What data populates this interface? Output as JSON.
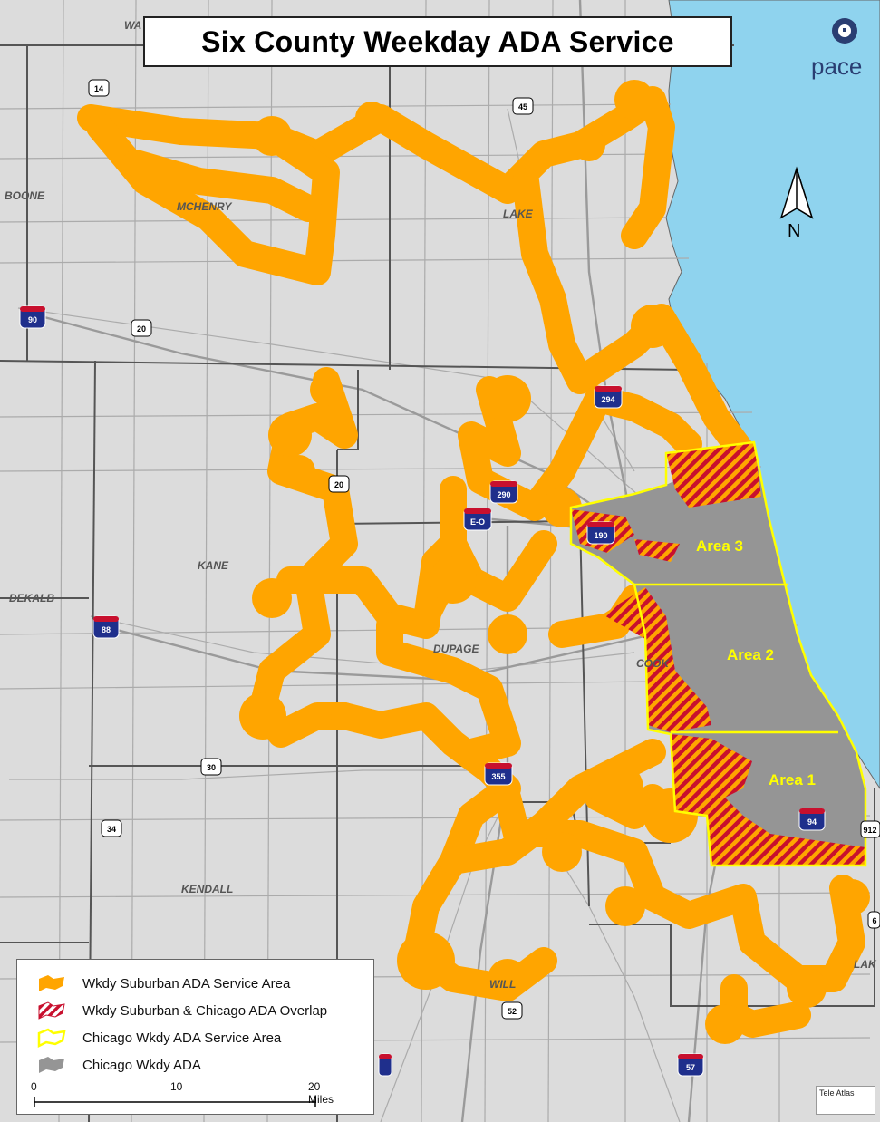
{
  "title": "Six County Weekday ADA Service",
  "logo": {
    "word": "pace",
    "icon": "pace-logo-icon",
    "color": "#2a3e72"
  },
  "north_arrow": {
    "label": "N",
    "icon": "north-arrow-icon"
  },
  "colors": {
    "lake": "#8fd3ee",
    "land": "#dcdcdc",
    "suburban": "#ffa500",
    "overlap_red": "#c8102e",
    "chicago_outline": "#ffff00",
    "chicago_fill": "#959595",
    "county_line": "#555555",
    "road": "#aaaaaa",
    "interstate_blue": "#1f2f8c",
    "interstate_red": "#c8102e"
  },
  "counties": [
    {
      "name": "MCHENRY"
    },
    {
      "name": "LAKE"
    },
    {
      "name": "BOONE"
    },
    {
      "name": "KANE"
    },
    {
      "name": "DEKALB"
    },
    {
      "name": "DUPAGE"
    },
    {
      "name": "COOK"
    },
    {
      "name": "KENDALL"
    },
    {
      "name": "WILL"
    },
    {
      "name": "LAK"
    },
    {
      "name": "WA"
    }
  ],
  "areas": [
    {
      "name": "Area 3"
    },
    {
      "name": "Area 2"
    },
    {
      "name": "Area 1"
    }
  ],
  "interstates": [
    {
      "label": "90"
    },
    {
      "label": "294"
    },
    {
      "label": "290"
    },
    {
      "label": "E-O"
    },
    {
      "label": "190"
    },
    {
      "label": "88"
    },
    {
      "label": "355"
    },
    {
      "label": "94"
    },
    {
      "label": "57"
    }
  ],
  "us_routes": [
    {
      "label": "14"
    },
    {
      "label": "45"
    },
    {
      "label": "20"
    },
    {
      "label": "20"
    },
    {
      "label": "30"
    },
    {
      "label": "34"
    },
    {
      "label": "52"
    },
    {
      "label": "912"
    },
    {
      "label": "6"
    }
  ],
  "legend": {
    "items": [
      {
        "label": "Wkdy Suburban ADA Service Area",
        "swatch": "suburban-swatch-icon"
      },
      {
        "label": "Wkdy Suburban & Chicago ADA Overlap",
        "swatch": "overlap-swatch-icon"
      },
      {
        "label": "Chicago Wkdy ADA Service Area",
        "swatch": "chicago-outline-swatch-icon"
      },
      {
        "label": "Chicago Wkdy ADA",
        "swatch": "chicago-fill-swatch-icon"
      }
    ]
  },
  "scale": {
    "ticks": [
      "0",
      "10",
      "20 Miles"
    ]
  },
  "attribution": {
    "text": "Tele Atlas"
  }
}
